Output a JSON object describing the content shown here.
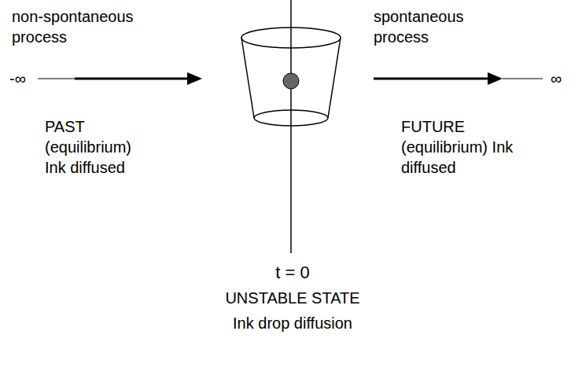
{
  "diagram": {
    "caption": "Ink drop diffusion",
    "labels": [
      "non-spontaneous process",
      "-∞",
      "PAST (equilibrium) Ink diffused",
      "t = 0",
      "UNSTABLE STATE",
      "spontaneous process",
      "∞",
      "FUTURE (equilibrium) Ink diffused"
    ]
  }
}
